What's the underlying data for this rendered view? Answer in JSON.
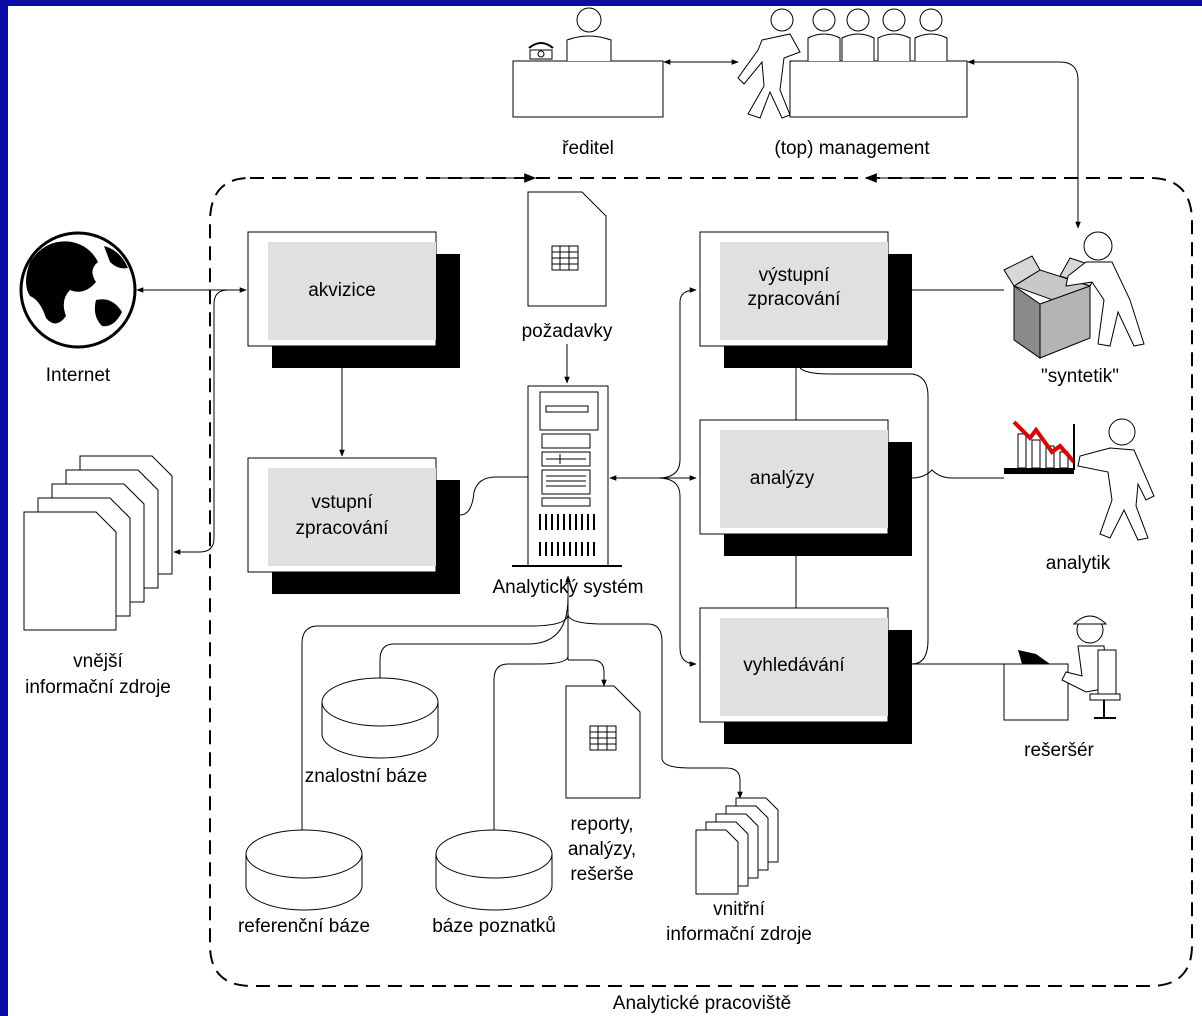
{
  "diagram": {
    "boundary_label": "Analytické pracoviště",
    "top": {
      "director": "ředitel",
      "management": "(top) management"
    },
    "left": {
      "internet": "Internet",
      "external_sources": [
        "vnější",
        "informační zdroje"
      ]
    },
    "processes": {
      "acquisition": "akvizice",
      "input_processing": [
        "vstupní",
        "zpracování"
      ],
      "output_processing": [
        "výstupní",
        "zpracování"
      ],
      "analyses": "analýzy",
      "search": "vyhledávání"
    },
    "center": {
      "requirements": "požadavky",
      "system": "Analytický systém"
    },
    "roles": {
      "synthesizer": "\"syntetik\"",
      "analyst": "analytik",
      "researcher": "rešeršér"
    },
    "bottom": {
      "knowledge_base": "znalostní báze",
      "reference_base": "referenční báze",
      "findings_base": "báze poznatků",
      "reports": [
        "reporty,",
        "analýzy,",
        "rešerše"
      ],
      "internal_sources": [
        "vnitřní",
        "informační zdroje"
      ]
    },
    "colors": {
      "background": "#0b0ba6",
      "panel": "#ffffff",
      "box_fill": "#e0e0e0",
      "shadow": "#000000",
      "trend_line": "#e00000"
    }
  }
}
